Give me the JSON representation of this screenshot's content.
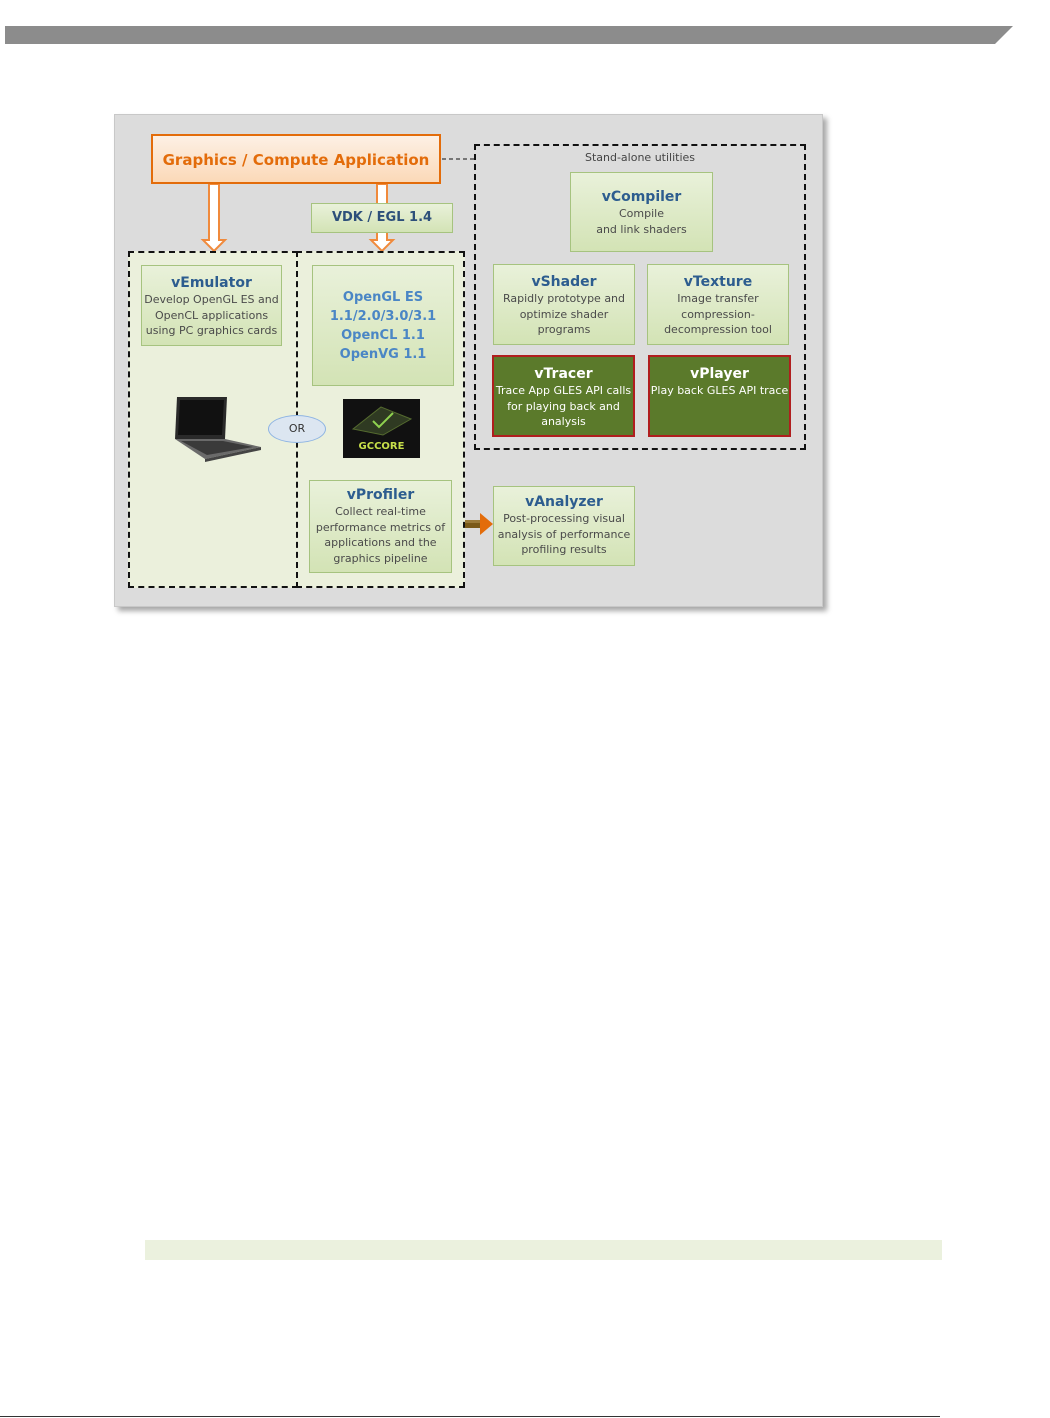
{
  "app": {
    "title": "Graphics / Compute Application",
    "vdk": "VDK / EGL 1.4",
    "standalone_label": "Stand-alone utilities",
    "or_label": "OR",
    "gccore_label": "GCCORE"
  },
  "emulator": {
    "title": "vEmulator",
    "lines": [
      "Develop OpenGL ES and",
      "OpenCL applications",
      "using PC graphics cards"
    ]
  },
  "apis": {
    "lines": [
      "OpenGL ES",
      "1.1/2.0/3.0/3.1",
      "OpenCL 1.1",
      "OpenVG 1.1"
    ]
  },
  "compiler": {
    "title": "vCompiler",
    "lines": [
      "Compile",
      "and link shaders"
    ]
  },
  "shader": {
    "title": "vShader",
    "lines": [
      "Rapidly prototype and",
      "optimize shader",
      "programs"
    ]
  },
  "texture": {
    "title": "vTexture",
    "lines": [
      "Image transfer",
      "compression-",
      "decompression tool"
    ]
  },
  "tracer": {
    "title": "vTracer",
    "lines": [
      "Trace App GLES API calls",
      "for playing back and",
      "analysis"
    ]
  },
  "player": {
    "title": "vPlayer",
    "lines": [
      "Play back GLES API trace"
    ]
  },
  "profiler": {
    "title": "vProfiler",
    "lines": [
      "Collect real-time",
      "performance metrics of",
      "applications and the",
      "graphics pipeline"
    ]
  },
  "analyzer": {
    "title": "vAnalyzer",
    "lines": [
      "Post-processing visual",
      "analysis of performance",
      "profiling results"
    ]
  },
  "colors": {
    "accent_orange": "#e36c0a",
    "title_blue": "#2d5d8f",
    "tool_green_dark": "#5b7a2b",
    "highlight_red": "#b01e1e"
  }
}
